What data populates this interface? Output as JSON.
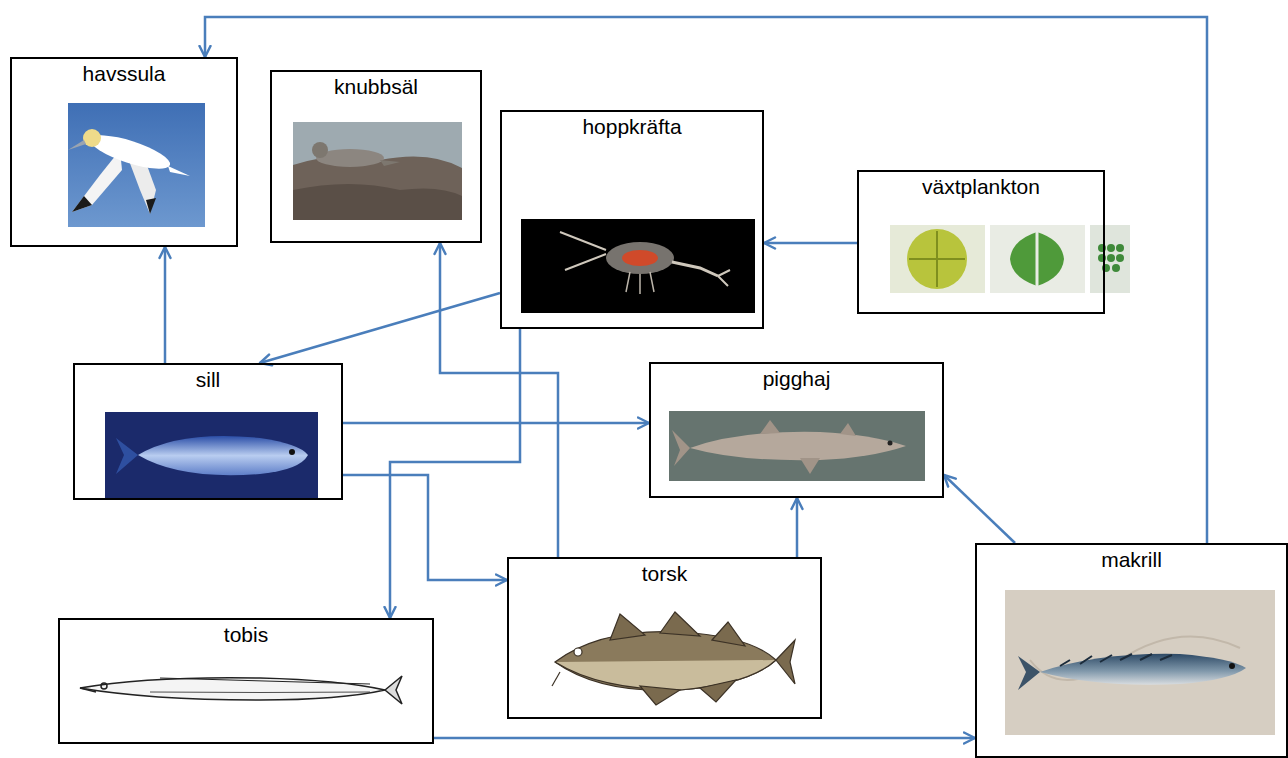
{
  "diagram": {
    "nodes": [
      {
        "text": [
          "havssula"
        ]
      },
      {
        "text": [
          "knubbsäl"
        ]
      },
      {
        "text": [
          "hoppkräfta"
        ]
      },
      {
        "text": [
          "växtplankton"
        ]
      },
      {
        "text": [
          "sill"
        ]
      },
      {
        "text": [
          "pigghaj"
        ]
      },
      {
        "text": [
          "tobis"
        ]
      },
      {
        "text": [
          "torsk"
        ]
      },
      {
        "text": [
          "makrill"
        ]
      }
    ],
    "edges": [
      {
        "from": 3,
        "to": 2,
        "arrow": "to"
      },
      {
        "from": 2,
        "to": 4,
        "arrow": "to"
      },
      {
        "from": 2,
        "to": 6,
        "arrow": "to"
      },
      {
        "from": 4,
        "to": 0,
        "arrow": "to"
      },
      {
        "from": 4,
        "to": 5,
        "arrow": "to"
      },
      {
        "from": 4,
        "to": 7,
        "arrow": "to"
      },
      {
        "from": 7,
        "to": 1,
        "arrow": "to"
      },
      {
        "from": 7,
        "to": 5,
        "arrow": "to"
      },
      {
        "from": 6,
        "to": 8,
        "arrow": "to"
      },
      {
        "from": 8,
        "to": 5,
        "arrow": "to"
      },
      {
        "from": 8,
        "to": 0,
        "arrow": "to"
      }
    ]
  }
}
